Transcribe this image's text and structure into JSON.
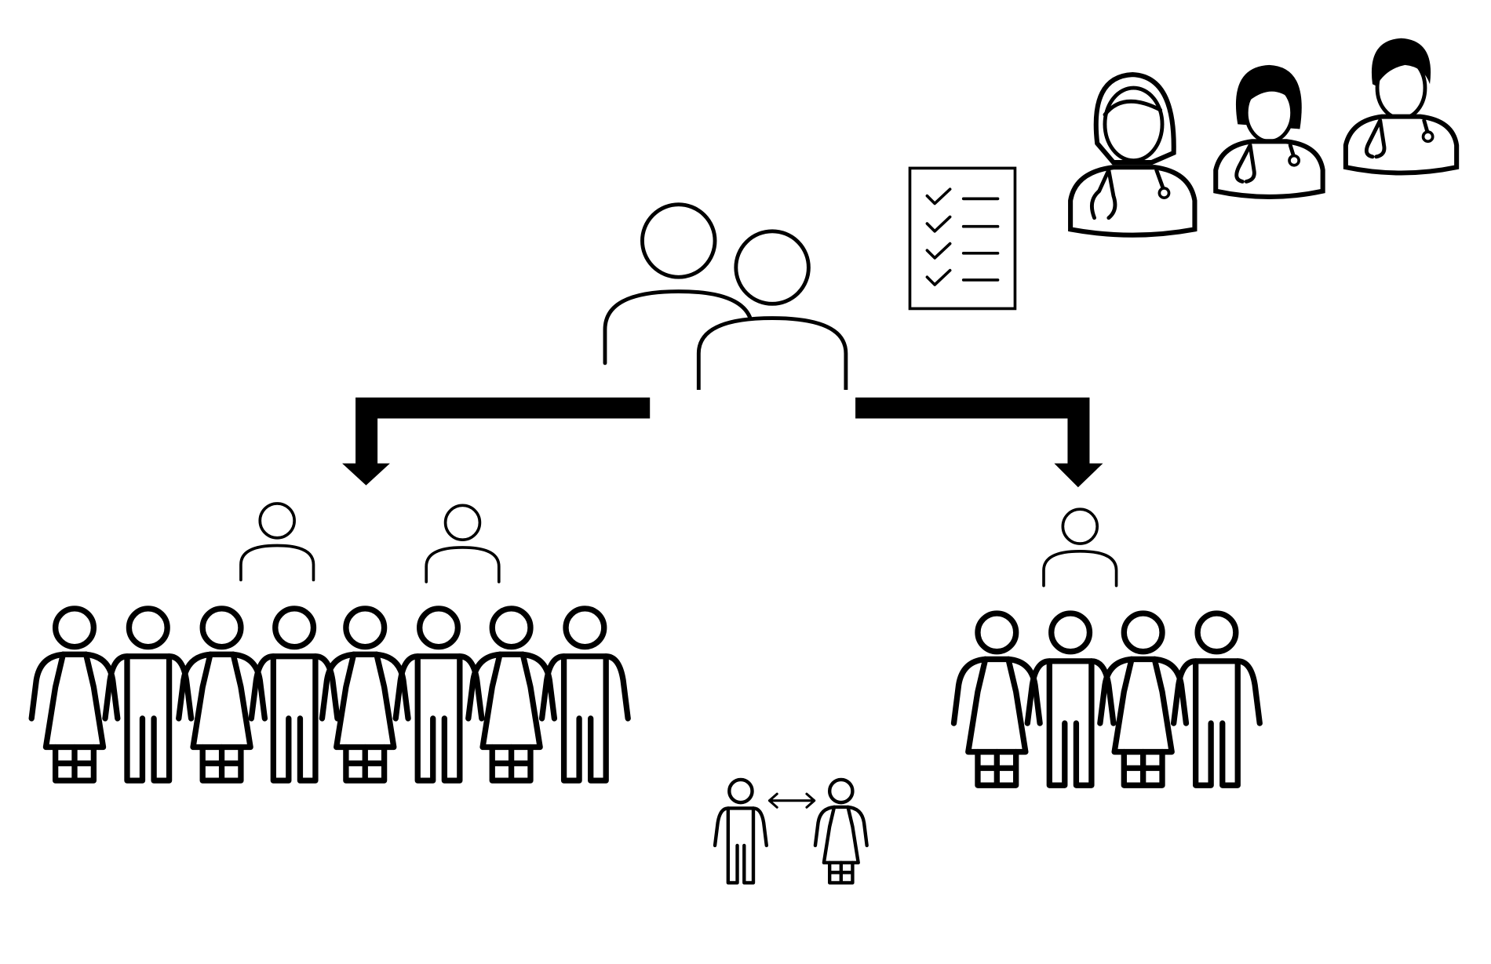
{
  "diagram": {
    "icons": {
      "doctors": "doctor-icon",
      "checklist": "checklist-icon",
      "parent_group": "two-people-icon",
      "arrow": "arrow-down-icon",
      "supervisor": "person-bust-icon",
      "female": "female-figure-icon",
      "male": "male-figure-icon",
      "exchange": "double-arrow-icon"
    },
    "groups": {
      "left": {
        "supervisors": 2,
        "members": 8
      },
      "right": {
        "supervisors": 1,
        "members": 4
      }
    },
    "colors": {
      "stroke": "#000000",
      "background": "#ffffff"
    }
  }
}
